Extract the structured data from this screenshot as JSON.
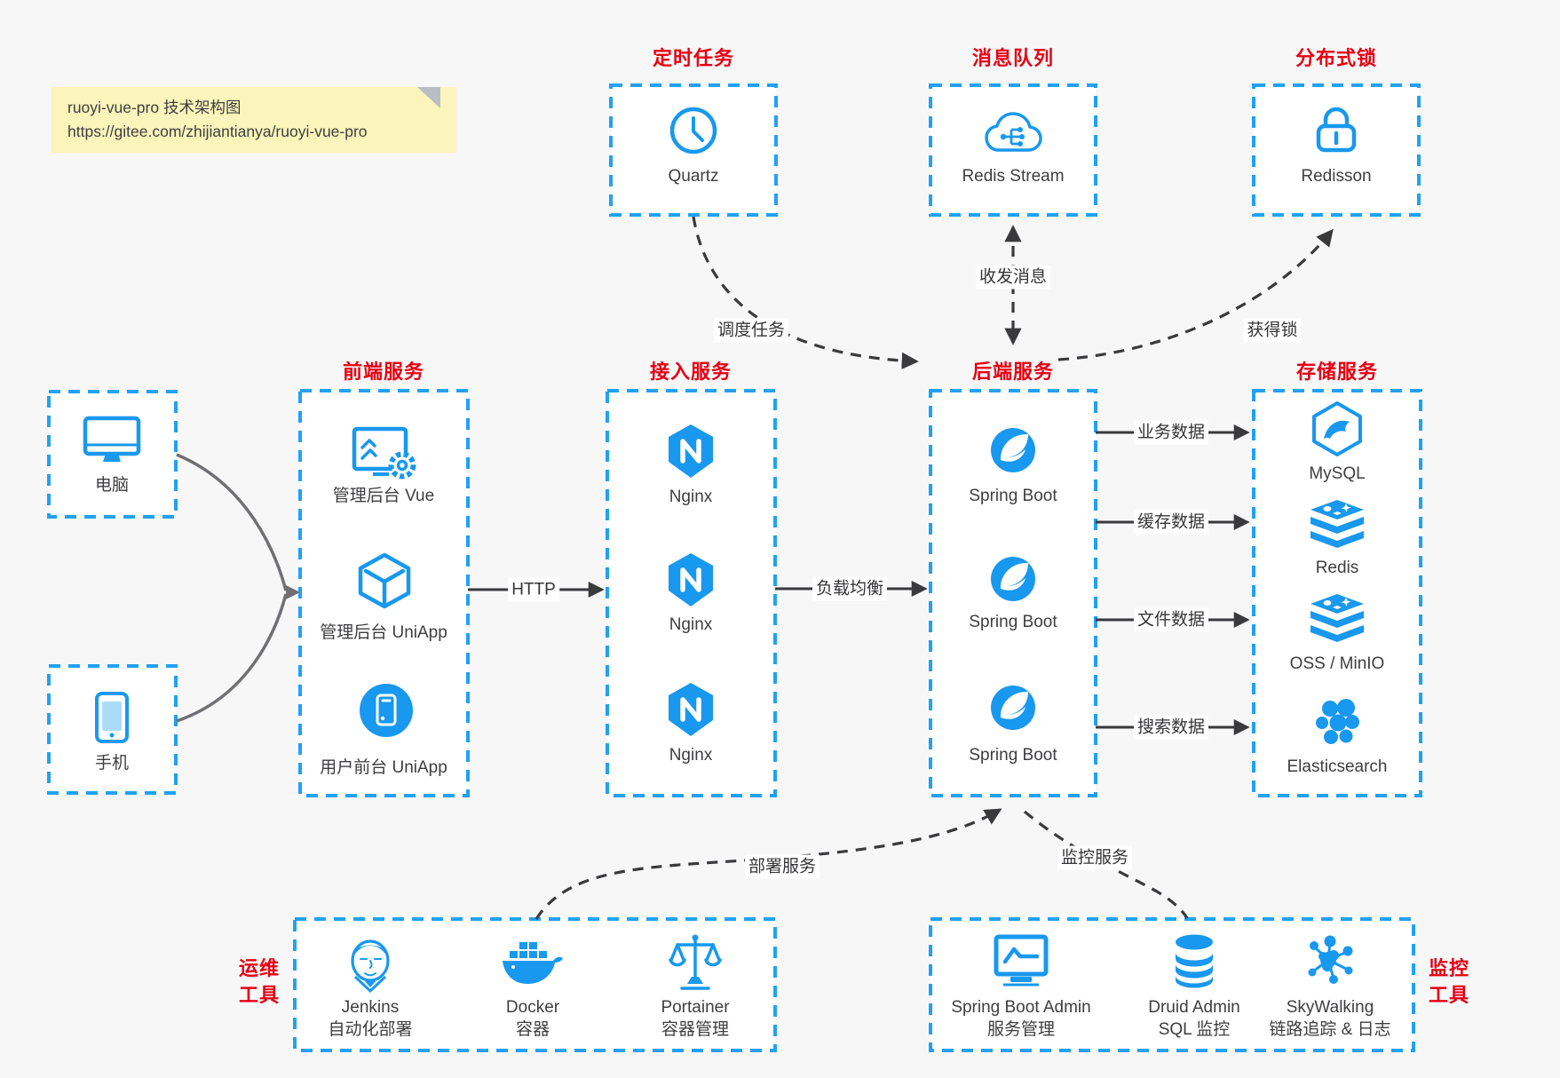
{
  "note": {
    "line1": "ruoyi-vue-pro 技术架构图",
    "line2": "https://gitee.com/zhijiantianya/ruoyi-vue-pro"
  },
  "top_groups": [
    {
      "title": "定时任务",
      "icon": "clock-icon",
      "label": "Quartz"
    },
    {
      "title": "消息队列",
      "icon": "cloud-stream-icon",
      "label": "Redis Stream"
    },
    {
      "title": "分布式锁",
      "icon": "lock-icon",
      "label": "Redisson"
    }
  ],
  "clients": [
    {
      "icon": "desktop-icon",
      "label": "电脑"
    },
    {
      "icon": "phone-icon",
      "label": "手机"
    }
  ],
  "columns": [
    {
      "title": "前端服务",
      "items": [
        {
          "icon": "admin-vue-icon",
          "label": "管理后台 Vue"
        },
        {
          "icon": "cube-icon",
          "label": "管理后台 UniApp"
        },
        {
          "icon": "mobile-circle-icon",
          "label": "用户前台 UniApp"
        }
      ]
    },
    {
      "title": "接入服务",
      "items": [
        {
          "icon": "nginx-icon",
          "label": "Nginx"
        },
        {
          "icon": "nginx-icon",
          "label": "Nginx"
        },
        {
          "icon": "nginx-icon",
          "label": "Nginx"
        }
      ]
    },
    {
      "title": "后端服务",
      "items": [
        {
          "icon": "spring-icon",
          "label": "Spring Boot"
        },
        {
          "icon": "spring-icon",
          "label": "Spring Boot"
        },
        {
          "icon": "spring-icon",
          "label": "Spring Boot"
        }
      ]
    },
    {
      "title": "存储服务",
      "items": [
        {
          "icon": "mysql-icon",
          "label": "MySQL"
        },
        {
          "icon": "redis-stack-icon",
          "label": "Redis"
        },
        {
          "icon": "redis-stack-icon",
          "label": "OSS / MinIO"
        },
        {
          "icon": "elasticsearch-icon",
          "label": "Elasticsearch"
        }
      ]
    }
  ],
  "edges": {
    "schedule": "调度任务",
    "messaging": "收发消息",
    "lock": "获得锁",
    "http": "HTTP",
    "load_balance": "负载均衡",
    "business_data": "业务数据",
    "cache_data": "缓存数据",
    "file_data": "文件数据",
    "search_data": "搜索数据",
    "deploy": "部署服务",
    "monitor": "监控服务"
  },
  "bottom_groups": [
    {
      "title_line1": "运维",
      "title_line2": "工具",
      "items": [
        {
          "icon": "jenkins-icon",
          "label": "Jenkins",
          "sublabel": "自动化部署"
        },
        {
          "icon": "docker-icon",
          "label": "Docker",
          "sublabel": "容器"
        },
        {
          "icon": "portainer-icon",
          "label": "Portainer",
          "sublabel": "容器管理"
        }
      ]
    },
    {
      "title_line1": "监控",
      "title_line2": "工具",
      "items": [
        {
          "icon": "sba-icon",
          "label": "Spring Boot Admin",
          "sublabel": "服务管理"
        },
        {
          "icon": "druid-icon",
          "label": "Druid Admin",
          "sublabel": "SQL 监控"
        },
        {
          "icon": "skywalking-icon",
          "label": "SkyWalking",
          "sublabel": "链路追踪 & 日志"
        }
      ]
    }
  ],
  "colors": {
    "accent_blue": "#1898ee",
    "dashed_border_blue": "#21a1f4",
    "title_red": "#e60012",
    "arrow_dark": "#3a3a3d",
    "note_bg": "#fbf5bb"
  }
}
